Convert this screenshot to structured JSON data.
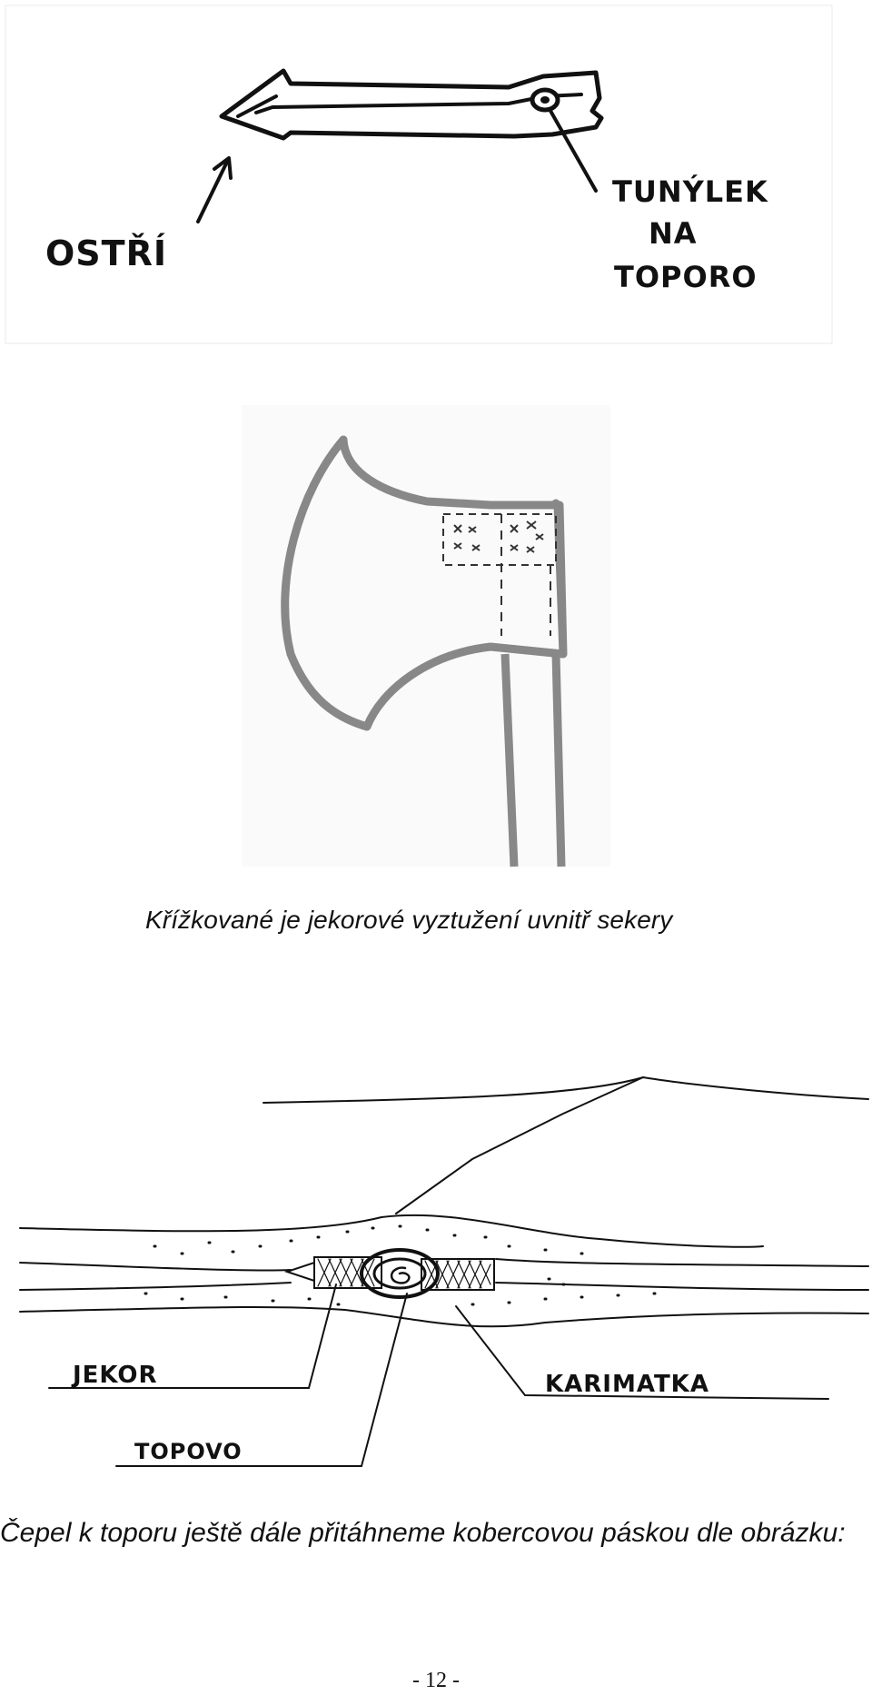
{
  "figure1": {
    "label_blade": "OSTŘÍ",
    "label_tube_1": "TUNÝLEK",
    "label_tube_2": "NA",
    "label_tube_3": "TOPORO"
  },
  "figure2": {
    "caption": "Křížkované je jekorové vyztužení uvnitř sekery"
  },
  "figure3": {
    "label_foam": "JEKOR",
    "label_mat": "KARIMATKA",
    "label_handle": "TOPOVO"
  },
  "figure4": {
    "caption": "Čepel k toporu ještě dále přitáhneme kobercovou páskou dle obrázku:"
  },
  "page_number": "- 12 -"
}
